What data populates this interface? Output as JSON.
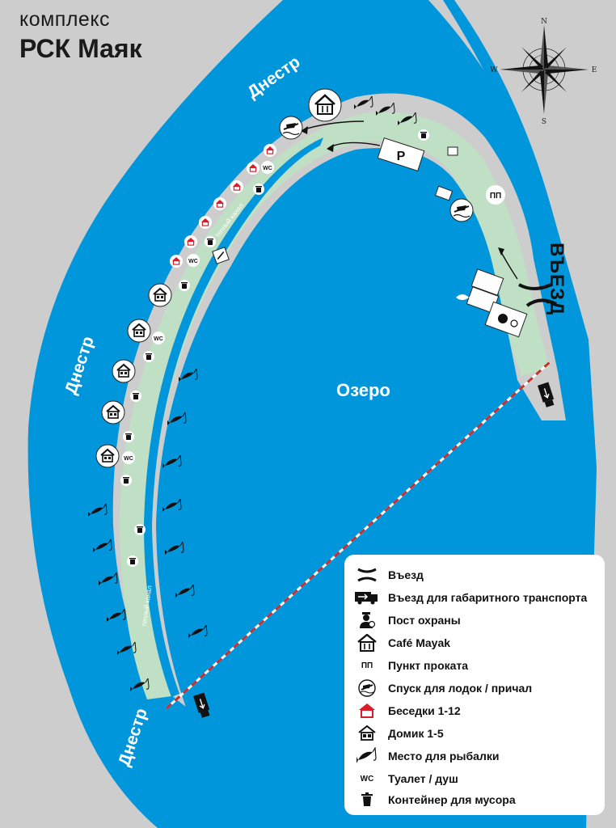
{
  "title": {
    "line1": "комплекс",
    "line2": "РСК Маяк"
  },
  "labels": {
    "river1": "Днестр",
    "river2": "Днестр",
    "river3": "Днестр",
    "lake": "Озеро",
    "canal1": "теплый канал",
    "canal2": "теплый канал",
    "entry": "ВЪЕЗД",
    "parking": "P",
    "rental": "ПП",
    "wc": "WC"
  },
  "compass": {
    "n": "N",
    "s": "S",
    "e": "E",
    "w": "W"
  },
  "legend": [
    {
      "icon": "entry-icon",
      "label": "Въезд"
    },
    {
      "icon": "truck-icon",
      "label": "Въезд для габаритного транспорта"
    },
    {
      "icon": "guard-icon",
      "label": "Пост охраны"
    },
    {
      "icon": "cafe-icon",
      "label": "Café Mayak"
    },
    {
      "icon": "rental-icon",
      "label": "Пункт проката"
    },
    {
      "icon": "boat-launch-icon",
      "label": "Спуск для лодок / причал"
    },
    {
      "icon": "gazebo-icon",
      "label": "Беседки 1-12"
    },
    {
      "icon": "cottage-icon",
      "label": "Домик 1-5"
    },
    {
      "icon": "fishing-icon",
      "label": "Место для рыбалки"
    },
    {
      "icon": "toilet-icon",
      "label": "Туалет / душ"
    },
    {
      "icon": "trash-icon",
      "label": "Контейнер для мусора"
    }
  ],
  "colors": {
    "water": "#0096db",
    "land": "#cdcdcd",
    "road": "#bfe0c4",
    "gazebo": "#d81e2a",
    "dash": "#c8302f"
  }
}
